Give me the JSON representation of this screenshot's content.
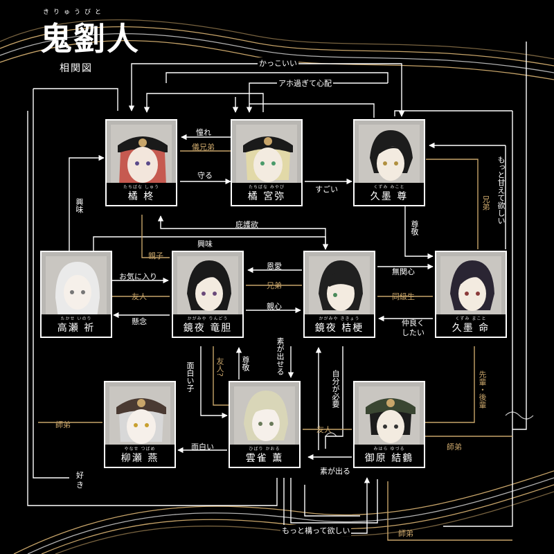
{
  "title": {
    "main": "鬼劉人",
    "ruby": "きりゅうびと",
    "subtitle": "相関図"
  },
  "colors": {
    "white_line": "#ffffff",
    "gold_line": "#c8a56a",
    "background": "#000000",
    "card_bg": "#b9b7b3"
  },
  "characters": [
    {
      "id": "shuu",
      "name": "橘 柊",
      "ruby": "たちばな しゅう",
      "hair": "#c65a50",
      "hat": true
    },
    {
      "id": "miyabi",
      "name": "橘 宮弥",
      "ruby": "たちばな みやび",
      "hair": "#e2d9a8",
      "hat": true
    },
    {
      "id": "mikoto",
      "name": "久墨 尊",
      "ruby": "くずみ みこと",
      "hair": "#1c1c1c",
      "hat": false
    },
    {
      "id": "inori",
      "name": "高瀬 祈",
      "ruby": "たかせ いのり",
      "hair": "#e8e8e8",
      "hat": false
    },
    {
      "id": "rindo",
      "name": "鏡夜 竜胆",
      "ruby": "かがみや りんどう",
      "hair": "#1a1a1a",
      "hat": false
    },
    {
      "id": "kikyo",
      "name": "鏡夜 桔梗",
      "ruby": "かがみや ききょう",
      "hair": "#202020",
      "hat": false
    },
    {
      "id": "makoto",
      "name": "久墨 命",
      "ruby": "くずみ まこと",
      "hair": "#2a2533",
      "hat": false
    },
    {
      "id": "tsubame",
      "name": "柳瀬 燕",
      "ruby": "やなせ つばめ",
      "hair": "#d8d8d8",
      "hat": true
    },
    {
      "id": "kaoru",
      "name": "雲雀 薫",
      "ruby": "ひばり かおる",
      "hair": "#d9d6b8",
      "hat": false
    },
    {
      "id": "yuzuru",
      "name": "御原 結鶴",
      "ruby": "みはら ゆづる",
      "hair": "#1c1c1c",
      "hat": true
    }
  ],
  "labels": {
    "kakkoii": "かっこいい",
    "aho": "アホ過ぎて心配",
    "akogare": "憧れ",
    "gikyodai": "儀兄弟",
    "mamoru": "守る",
    "sugoi": "すごい",
    "kyomi_left": "興味",
    "higoyoku": "庇護欲",
    "kyomi_mid": "興味",
    "oyako": "親子",
    "sonkei_top": "尊敬",
    "kyodai_right": "兄弟",
    "motto_amaete": "もっと甘えて欲しい",
    "okiniiri": "お気に入り",
    "yujin_left": "友人",
    "kenen": "懸念",
    "onai": "恩愛",
    "kyodai_mid": "兄弟",
    "shinshin": "親心",
    "mukanshin": "無関心",
    "dokyusei": "同級生",
    "nakayoku": "仲良く\nしたい",
    "omoshiroiko": "面白い子",
    "yujin_q": "友人?",
    "sonkei_low": "尊敬",
    "sugadaseru": "素が出せる",
    "jibungahitsuyo": "自分が必要",
    "senpai": "先輩・後輩",
    "shitei_left": "師弟",
    "omoshiroi": "面白い",
    "yujin_low": "友人",
    "shitei_right": "師弟",
    "sugaderu": "素が出る",
    "suki": "好き",
    "motto_kamatte": "もっと構って欲しい",
    "shitei_bottom": "師弟"
  }
}
